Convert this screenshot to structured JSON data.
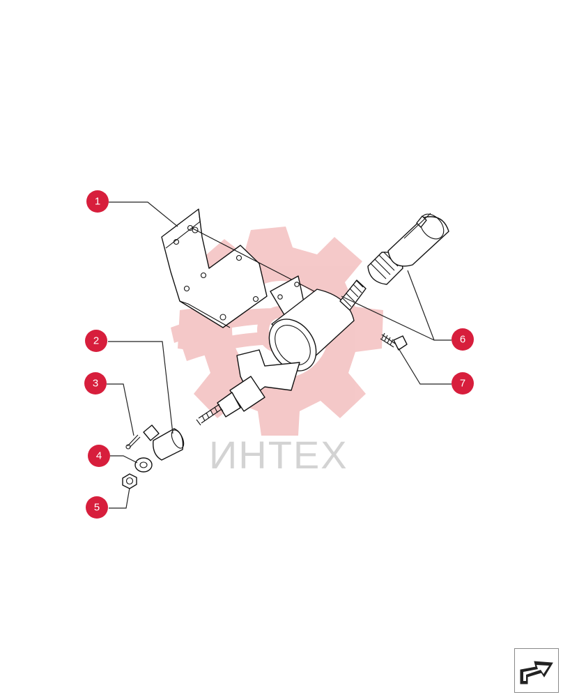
{
  "diagram": {
    "watermark": "ИНТЕХ",
    "callouts": [
      {
        "number": "1"
      },
      {
        "number": "2"
      },
      {
        "number": "3"
      },
      {
        "number": "4"
      },
      {
        "number": "5"
      },
      {
        "number": "6"
      },
      {
        "number": "7"
      }
    ]
  },
  "colors": {
    "callout": "#d71e3c",
    "watermark_logo": "#f4c6c6",
    "watermark_text": "#d3d3d3",
    "nav_arrow": "#222222"
  },
  "nav": {
    "icon": "next-page-arrow-icon"
  }
}
